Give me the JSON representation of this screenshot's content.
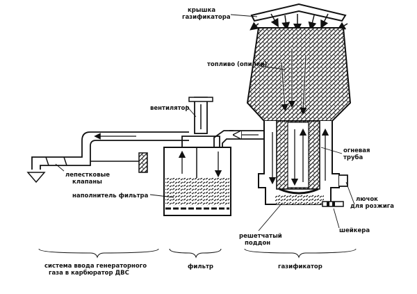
{
  "labels": {
    "cap": [
      "крышка",
      "газификатора"
    ],
    "fuel": "топливо (опилки)",
    "fan": "вентилятор",
    "fire_tube": [
      "огневая",
      "труба"
    ],
    "valves": [
      "лепестковые",
      "клапаны"
    ],
    "filler": "наполнитель фильтра",
    "hatch": [
      "лючок",
      "для розжига"
    ],
    "shaker": "шейкера",
    "grate": [
      "решетчатый",
      "поддон"
    ]
  },
  "sections": {
    "intake": [
      "система ввода генераторного",
      "газа в карбюратор ДВС"
    ],
    "filter": "фильтр",
    "gasifier": "газификатор"
  }
}
